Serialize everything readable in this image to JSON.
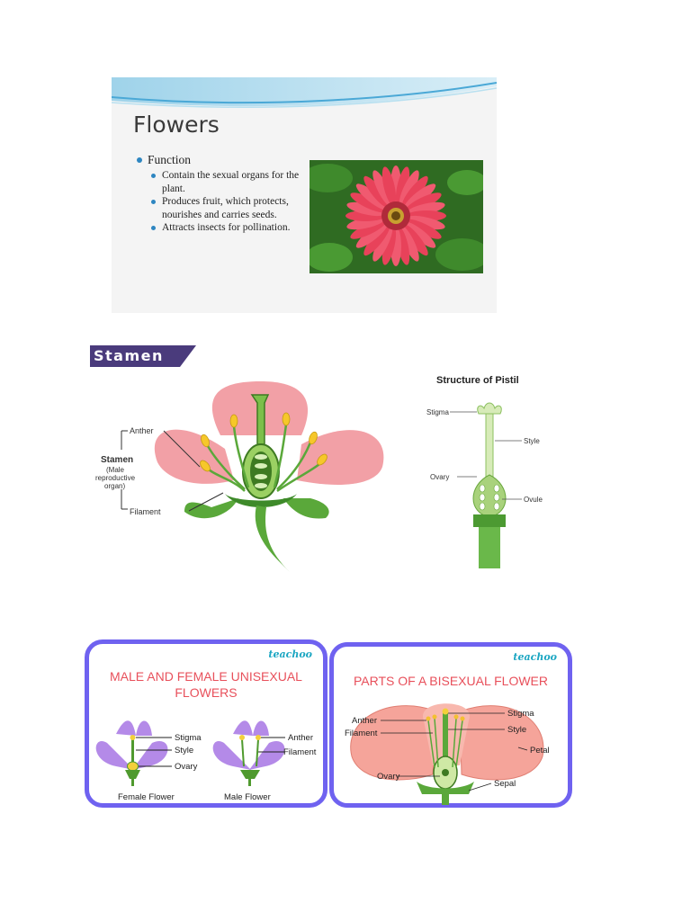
{
  "flowers_slide": {
    "title": "Flowers",
    "bullet": "Function",
    "items": [
      "Contain the sexual organs for the plant.",
      "Produces fruit, which protects, nourishes and carries seeds.",
      "Attracts insects for pollination."
    ]
  },
  "stamen_diagram": {
    "tag": "Stamen",
    "labels": {
      "anther": "Anther",
      "stamen": "Stamen",
      "stamen_note_1": "(Male",
      "stamen_note_2": "reproductive",
      "stamen_note_3": "organ)",
      "filament": "Filament"
    }
  },
  "pistil_diagram": {
    "title": "Structure of Pistil",
    "labels": {
      "stigma": "Stigma",
      "style": "Style",
      "ovary": "Ovary",
      "ovule": "Ovule"
    }
  },
  "unisexual_card": {
    "brand": "teachoo",
    "title_line1": "MALE AND FEMALE UNISEXUAL",
    "title_line2": "FLOWERS",
    "labels": {
      "stigma": "Stigma",
      "style": "Style",
      "ovary": "Ovary",
      "anther": "Anther",
      "filament": "Filament",
      "female": "Female Flower",
      "male": "Male Flower"
    }
  },
  "bisexual_card": {
    "brand": "teachoo",
    "title": "PARTS OF A BISEXUAL FLOWER",
    "labels": {
      "stigma": "Stigma",
      "style": "Style",
      "petal": "Petal",
      "anther": "Anther",
      "filament": "Filament",
      "ovary": "Ovary",
      "sepal": "Sepal"
    }
  },
  "colors": {
    "card_border": "#6f62f0",
    "card_title": "#e8505b",
    "brand": "#1ba6c2",
    "stamen_tag": "#4a3b7c",
    "petal_pink": "#f2a0a6",
    "stem_green": "#5aa83a"
  }
}
